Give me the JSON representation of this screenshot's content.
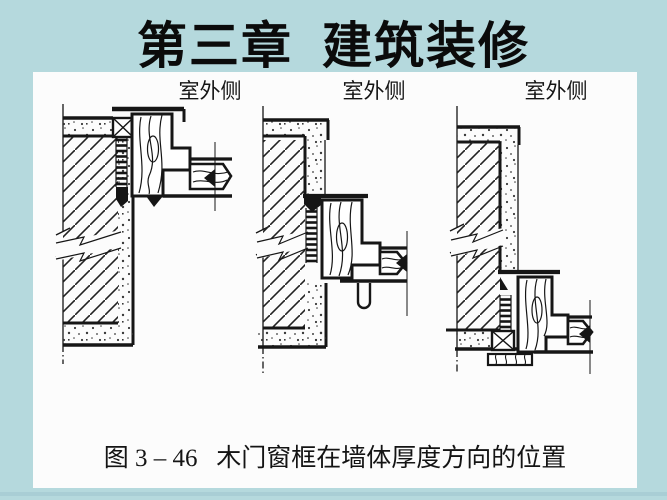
{
  "slide": {
    "title": "第三章  建筑装修"
  },
  "figure": {
    "panels": [
      {
        "label": "室外侧",
        "description": "wood frame set at exterior face of wall"
      },
      {
        "label": "室外侧",
        "description": "wood frame set at middle of wall thickness"
      },
      {
        "label": "室外侧",
        "description": "wood frame set at interior face of wall"
      }
    ],
    "caption": "图 3 – 46   木门窗框在墙体厚度方向的位置"
  },
  "colors": {
    "background": "#b5d9dd",
    "panel": "#fcfcfc",
    "ink": "#161616",
    "bottom_edge": "#a9ced5"
  }
}
